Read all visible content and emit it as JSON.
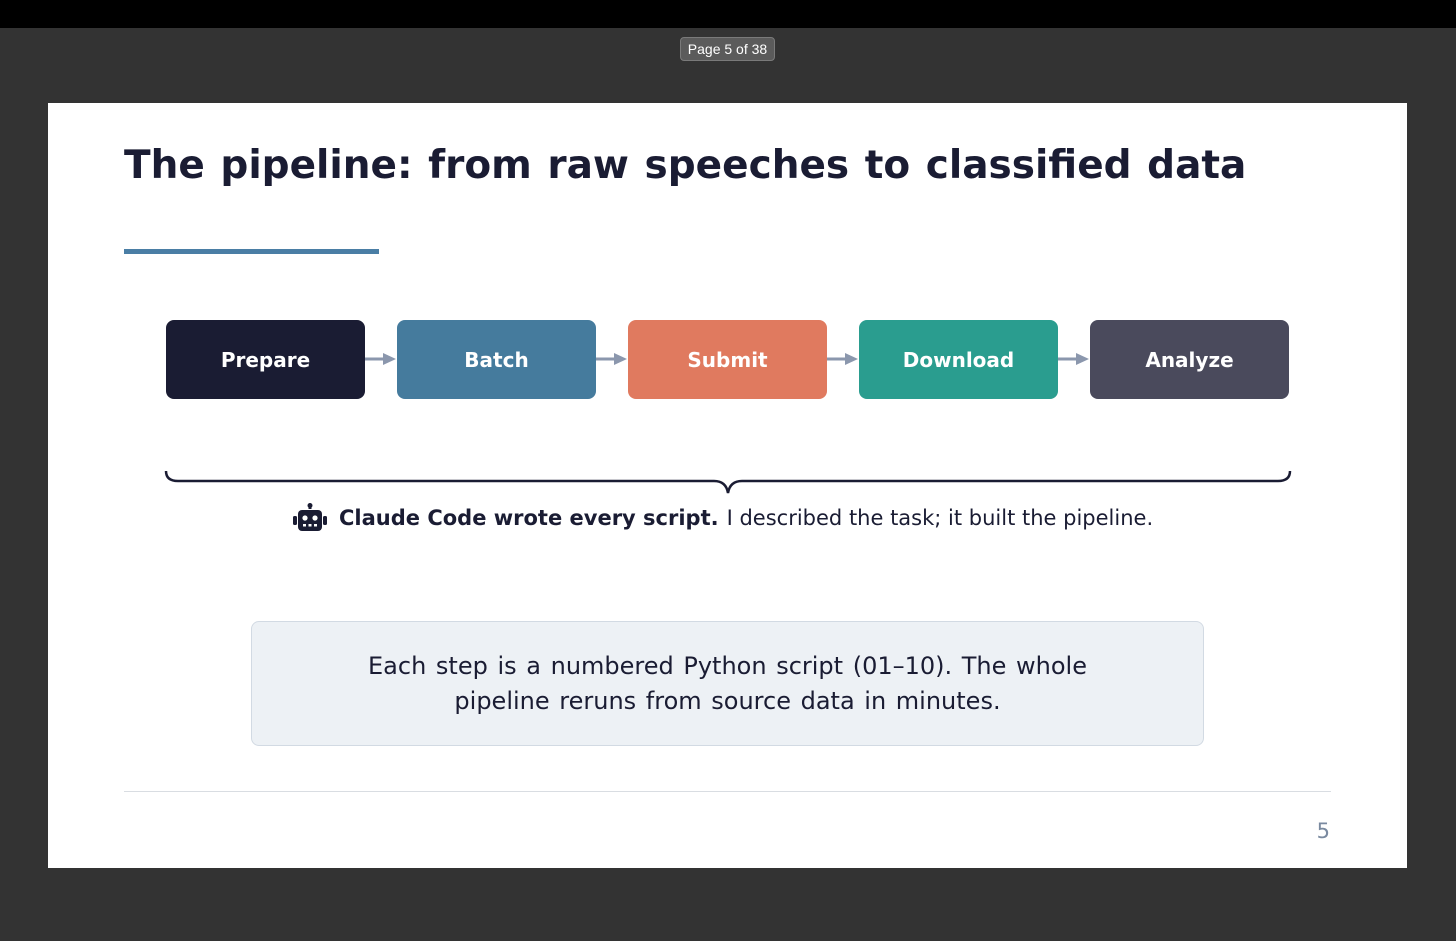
{
  "viewer": {
    "page_indicator": "Page 5 of 38"
  },
  "slide": {
    "title": "The pipeline: from raw speeches to classified data",
    "steps": [
      {
        "label": "Prepare",
        "color": "#1a1c33"
      },
      {
        "label": "Batch",
        "color": "#457b9d"
      },
      {
        "label": "Submit",
        "color": "#e07a5f"
      },
      {
        "label": "Download",
        "color": "#2a9d8f"
      },
      {
        "label": "Analyze",
        "color": "#4a4a5c"
      }
    ],
    "arrow_color": "#8b97ad",
    "claude_note": {
      "icon": "robot-icon",
      "bold": "Claude Code wrote every script.",
      "text": "I described the task; it built the pipeline."
    },
    "callout": "Each step is a numbered Python script (01–10). The whole pipeline reruns from source data in minutes.",
    "page_number": "5",
    "accent_color": "#4a7ea5"
  }
}
